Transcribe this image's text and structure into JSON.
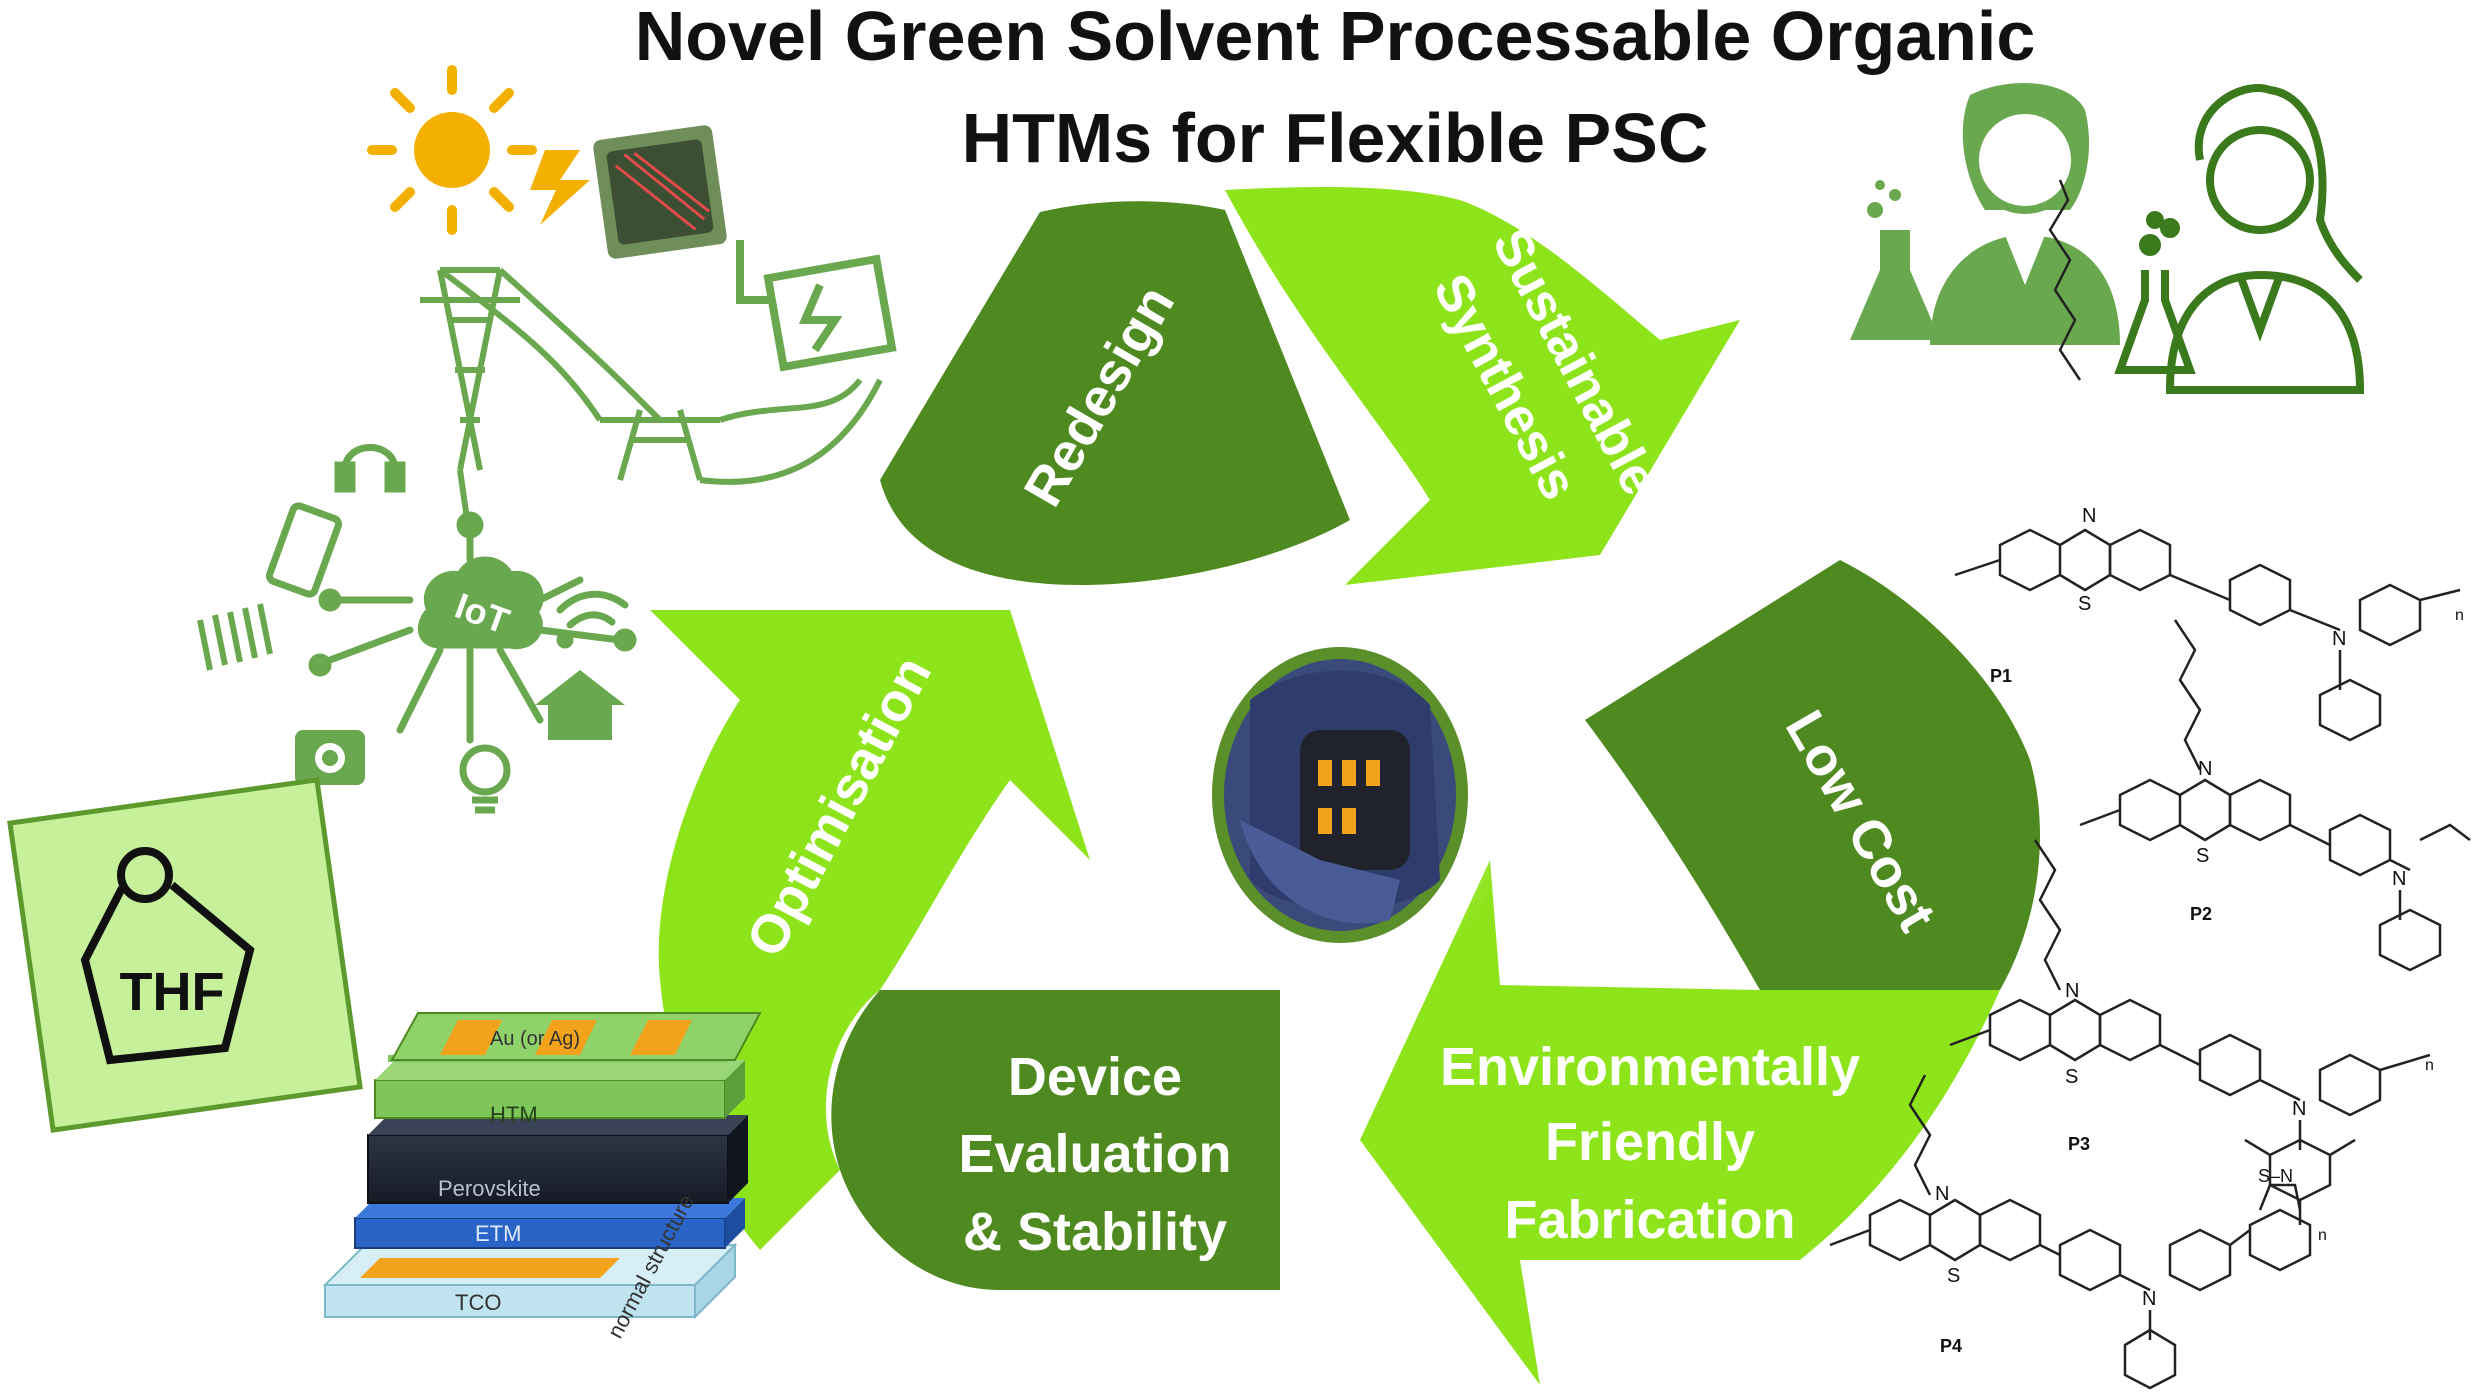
{
  "title": {
    "line1": "Novel Green Solvent Processable Organic",
    "line2": "HTMs for Flexible PSC"
  },
  "cycle": {
    "redesign": "Redesign",
    "sustainable_1": "Sustainable",
    "sustainable_2": "Synthesis",
    "low_cost": "Low Cost",
    "env_1": "Environmentally",
    "env_2": "Friendly",
    "env_3": "Fabrication",
    "device_1": "Device",
    "device_2": "Evaluation",
    "device_3": "& Stability",
    "optimisation": "Optimisation"
  },
  "iot": {
    "label": "IoT"
  },
  "solvent": {
    "label": "THF"
  },
  "device_stack": {
    "electrode": "Au   (or Ag)",
    "htm": "HTM",
    "perovskite": "Perovskite",
    "etm": "ETM",
    "tco": "TCO",
    "caption": "normal structure"
  },
  "polymers": {
    "p1": "P1",
    "p2": "P2",
    "p3": "P3",
    "p4": "P4",
    "n_atom": "N",
    "s_atom": "S",
    "repeat": "n",
    "btd": "S–N"
  },
  "colors": {
    "dark_green": "#4e8a1f",
    "light_green": "#8ee41b",
    "icon_green": "#6aa84f",
    "thf_fill": "#c6f09a",
    "gold": "#f2a31b"
  }
}
